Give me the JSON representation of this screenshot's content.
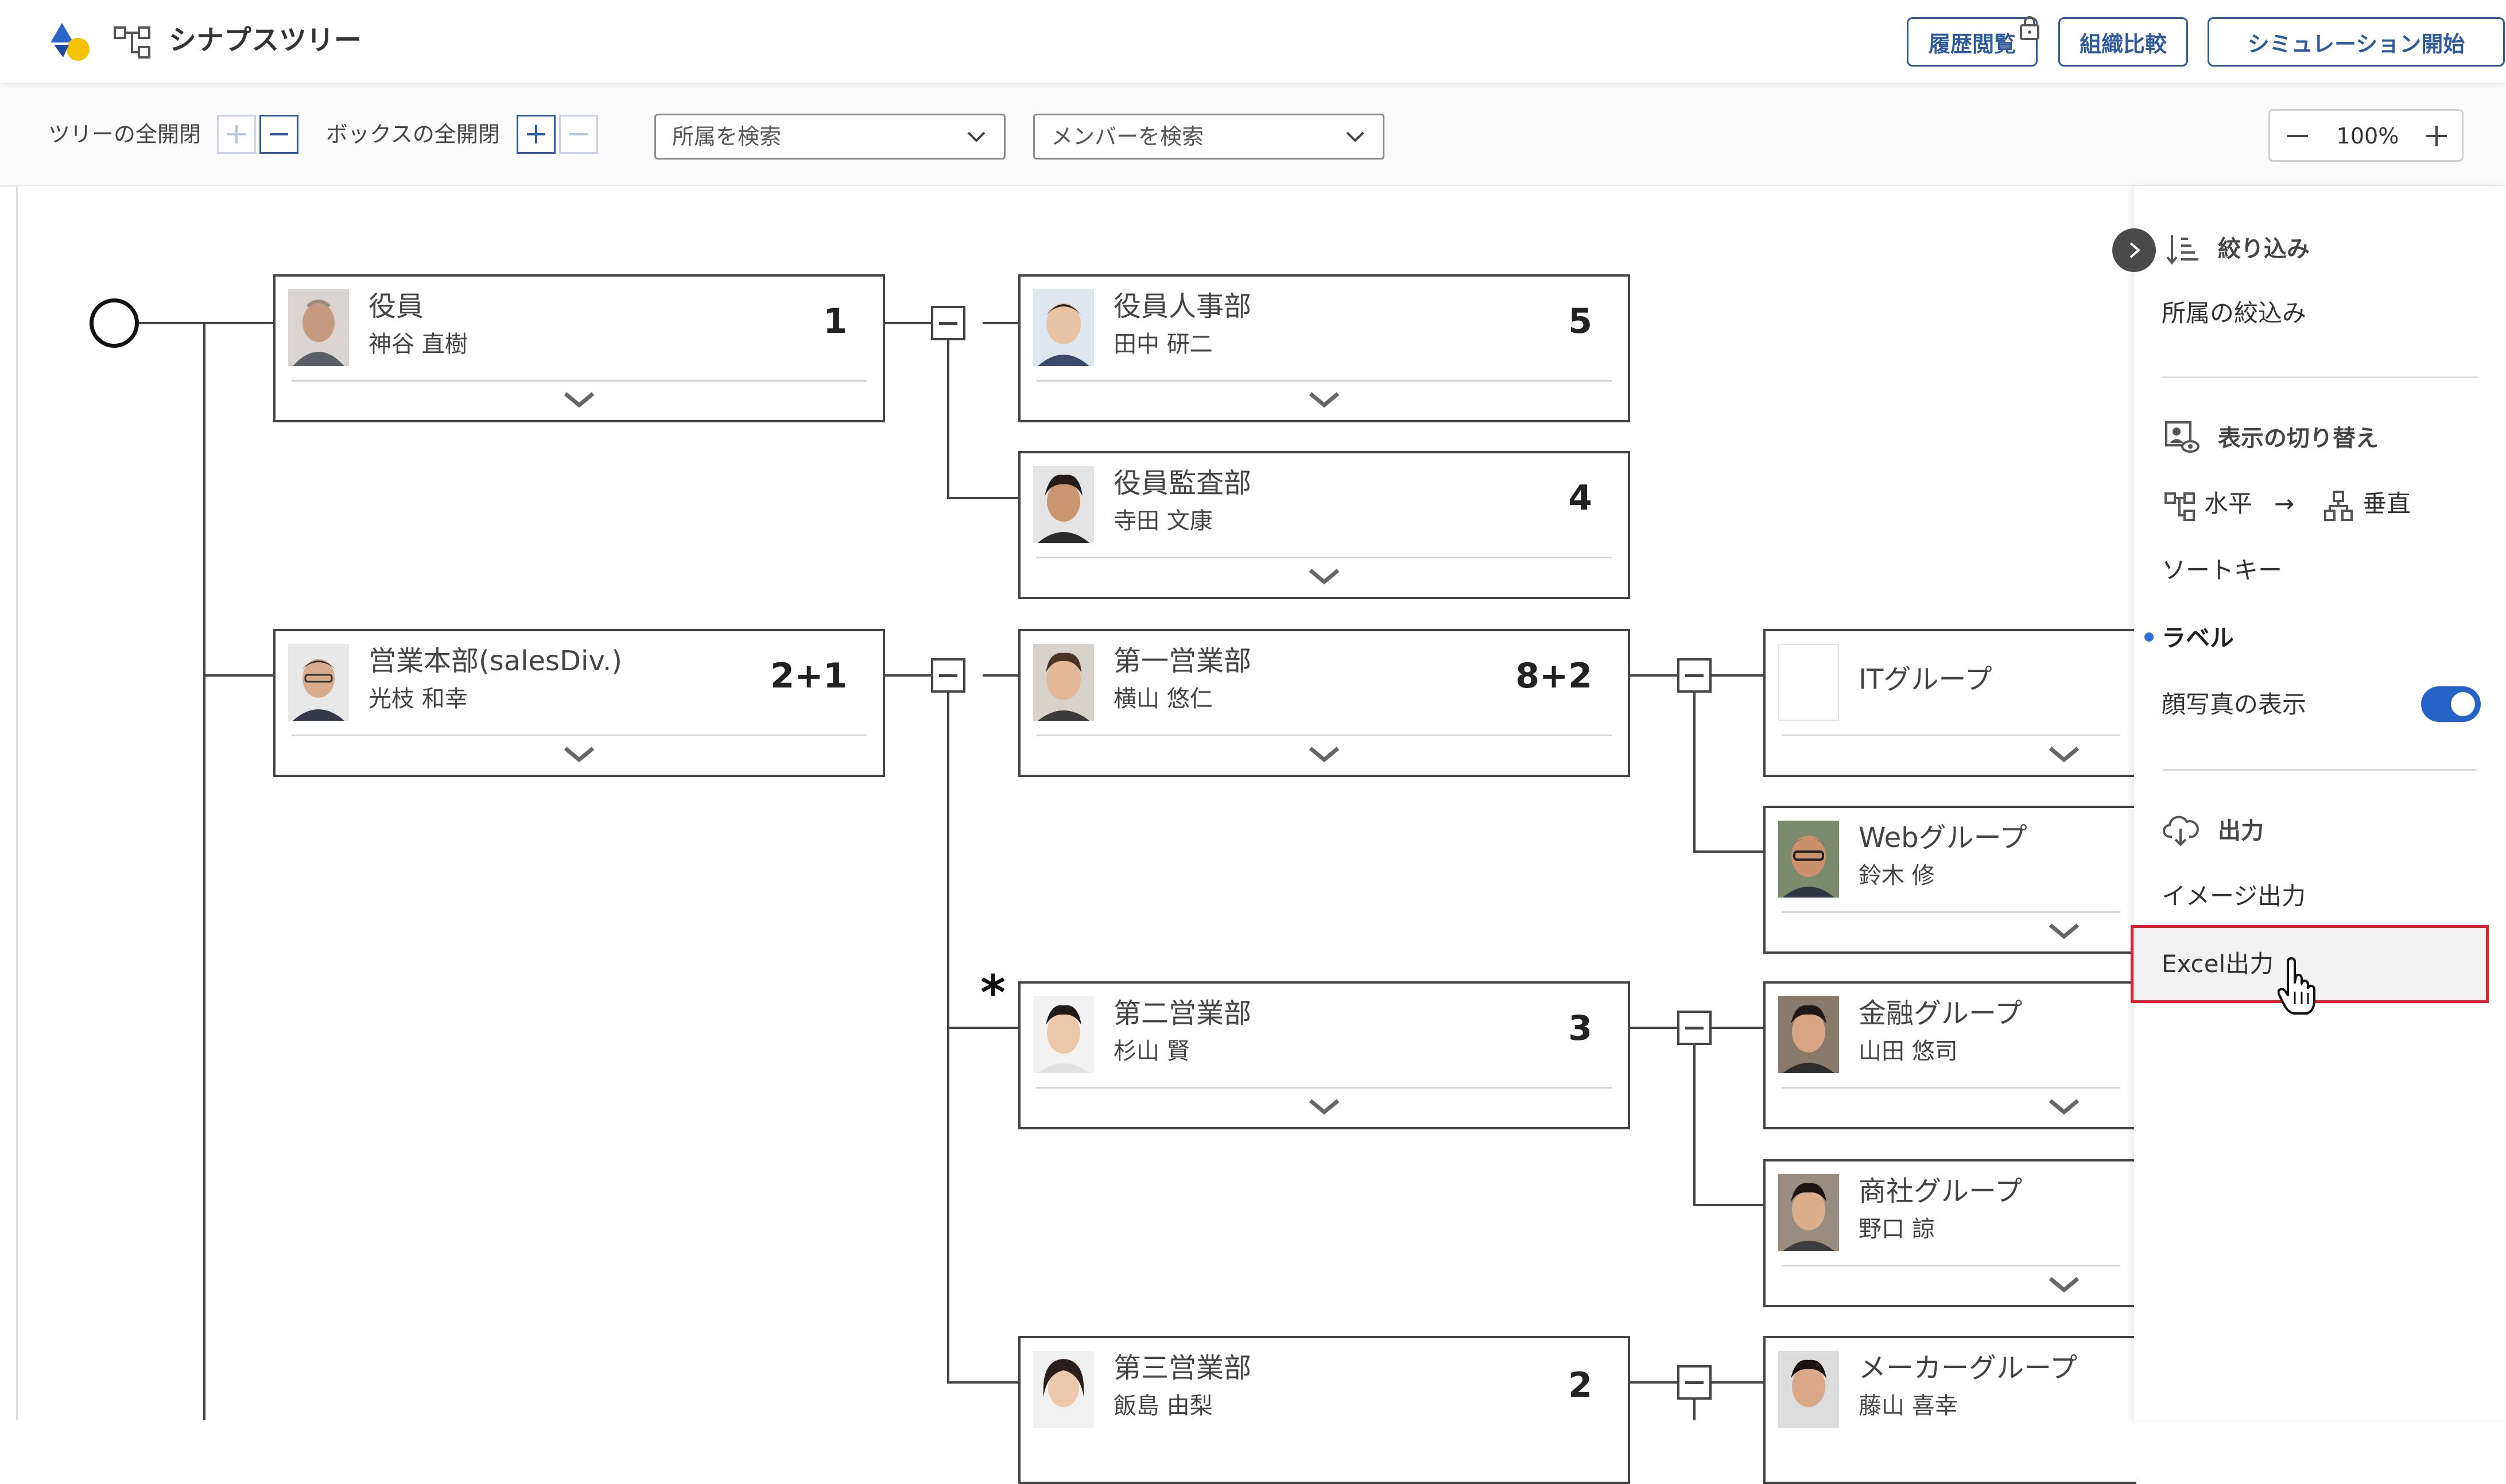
{
  "header": {
    "app_title": "シナプスツリー",
    "buttons": {
      "history": "履歴閲覧",
      "compare": "組織比較",
      "simulation": "シミュレーション開始"
    }
  },
  "toolbar": {
    "tree_toggle_label": "ツリーの全開閉",
    "box_toggle_label": "ボックスの全開閉",
    "affiliation_search": "所属を検索",
    "member_search": "メンバーを検索",
    "zoom": "100%"
  },
  "tree": {
    "nodes": [
      {
        "dept": "役員",
        "person": "神谷 直樹",
        "count": "1"
      },
      {
        "dept": "役員人事部",
        "person": "田中 研二",
        "count": "5"
      },
      {
        "dept": "役員監査部",
        "person": "寺田 文康",
        "count": "4"
      },
      {
        "dept": "営業本部(salesDiv.)",
        "person": "光枝 和幸",
        "count": "2+1"
      },
      {
        "dept": "第一営業部",
        "person": "横山 悠仁",
        "count": "8+2"
      },
      {
        "dept": "ITグループ",
        "person": "",
        "count": ""
      },
      {
        "dept": "Webグループ",
        "person": "鈴木 修",
        "count": ""
      },
      {
        "dept": "第二営業部",
        "person": "杉山 賢",
        "count": "3"
      },
      {
        "dept": "金融グループ",
        "person": "山田 悠司",
        "count": ""
      },
      {
        "dept": "商社グループ",
        "person": "野口 諒",
        "count": ""
      },
      {
        "dept": "第三営業部",
        "person": "飯島 由梨",
        "count": "2"
      },
      {
        "dept": "メーカーグループ",
        "person": "藤山 喜幸",
        "count": ""
      }
    ],
    "marker": "*"
  },
  "panel": {
    "filter_section": "絞り込み",
    "affiliation_filter": "所属の絞込み",
    "display_section": "表示の切り替え",
    "horizontal": "水平",
    "arrow": "→",
    "vertical": "垂直",
    "sort_key": "ソートキー",
    "label": "ラベル",
    "show_photo": "顔写真の表示",
    "show_photo_on": true,
    "output_section": "出力",
    "image_output": "イメージ出力",
    "excel_output": "Excel出力"
  },
  "colors": {
    "accent": "#2f5b9c",
    "toggle_on": "#2563c9",
    "highlight_border": "#e2202a",
    "node_border": "#444444"
  }
}
